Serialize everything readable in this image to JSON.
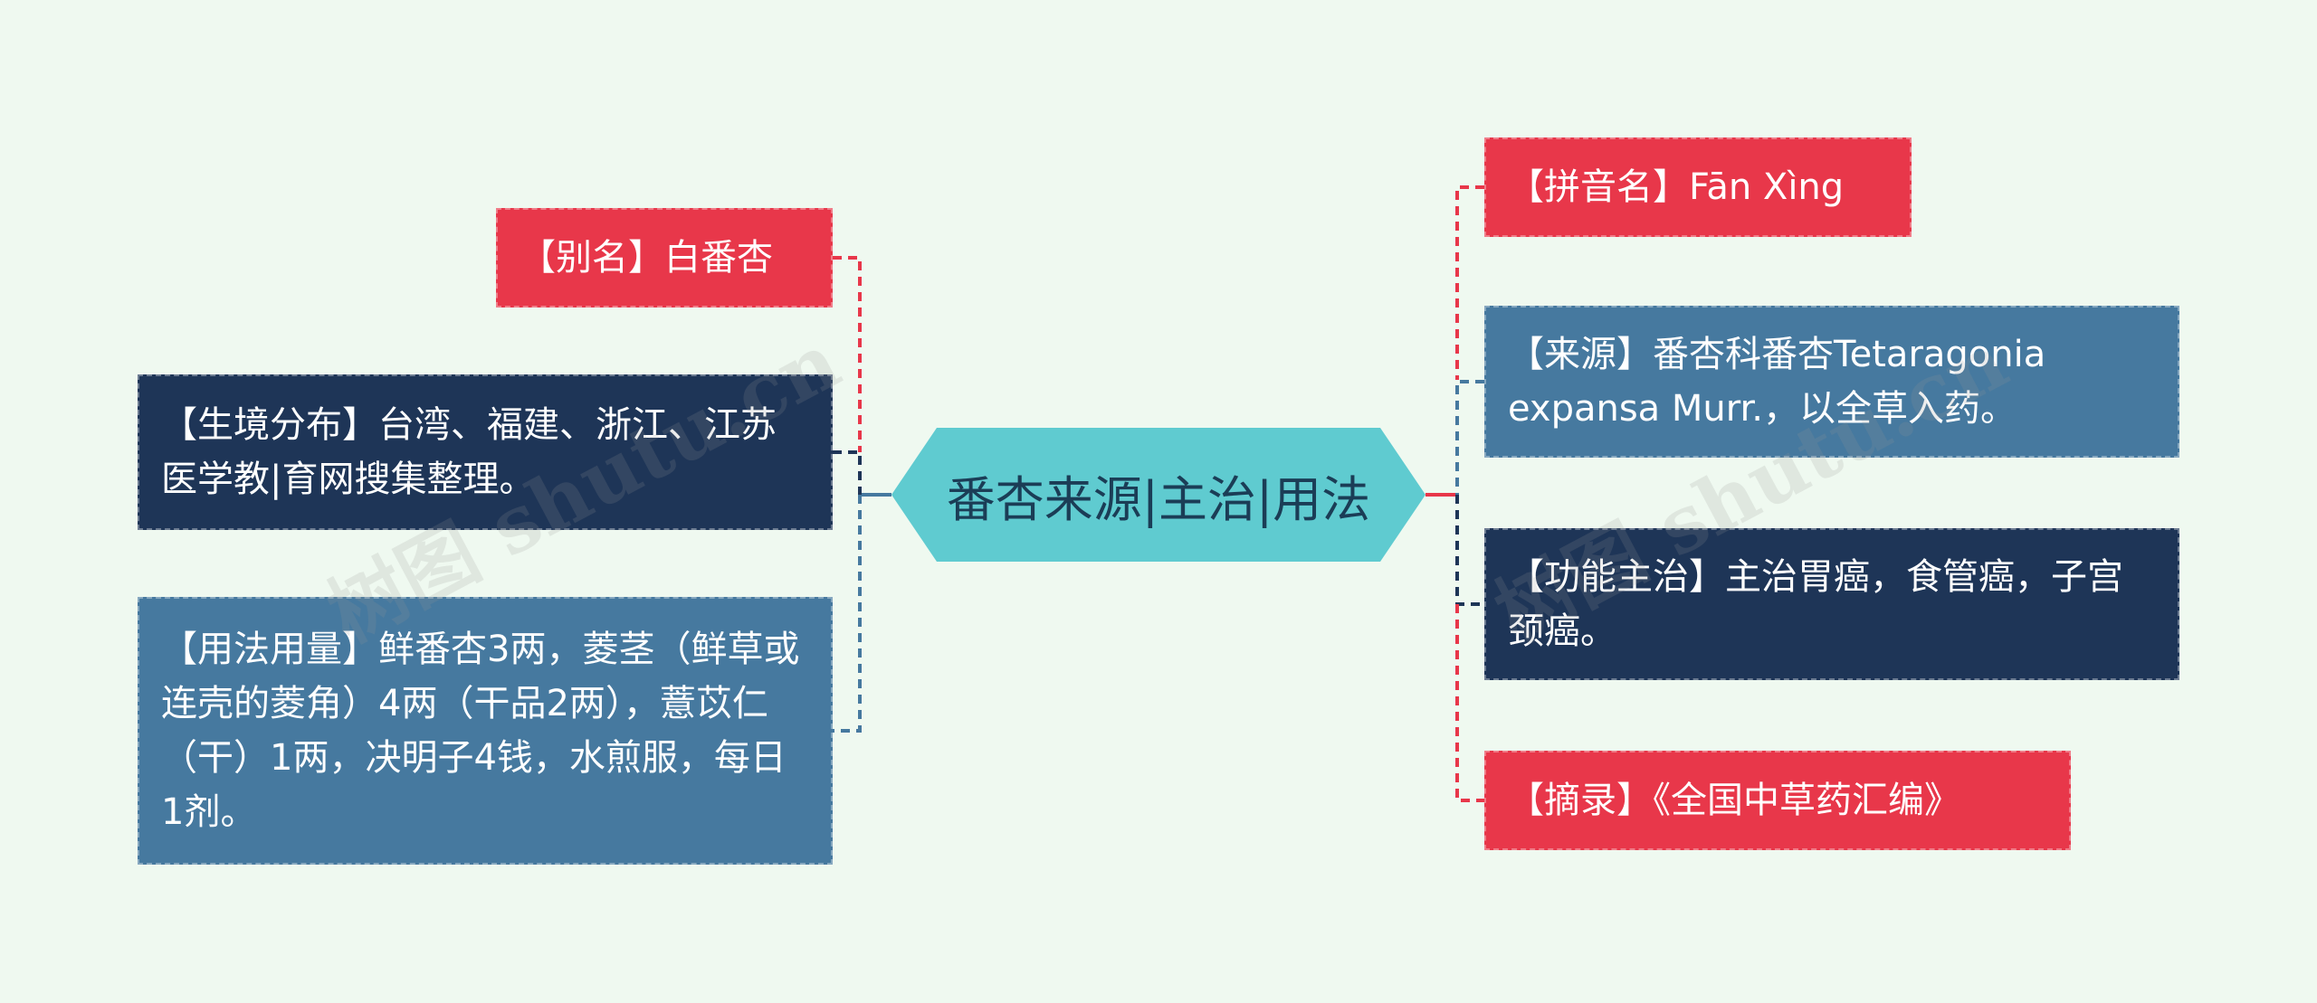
{
  "center": {
    "title": "番杏来源|主治|用法"
  },
  "left_nodes": [
    {
      "id": "alias",
      "text": "【别名】白番杏",
      "color": "#e8374a"
    },
    {
      "id": "habitat",
      "text": "【生境分布】台湾、福建、浙江、江苏医学教|育网搜集整理。",
      "color": "#1e3557"
    },
    {
      "id": "usage",
      "text": "【用法用量】鲜番杏3两，菱茎（鲜草或连壳的菱角）4两（干品2两），薏苡仁（干）1两，决明子4钱，水煎服，每日1剂。",
      "color": "#46799f"
    }
  ],
  "right_nodes": [
    {
      "id": "pinyin",
      "text": "【拼音名】Fān Xìng",
      "color": "#e8374a"
    },
    {
      "id": "source",
      "text": "【来源】番杏科番杏Tetaragonia expansa Murr.，以全草入药。",
      "color": "#46799f"
    },
    {
      "id": "function",
      "text": "【功能主治】主治胃癌，食管癌，子宫颈癌。",
      "color": "#1e3557"
    },
    {
      "id": "excerpt",
      "text": "【摘录】《全国中草药汇编》",
      "color": "#e8374a"
    }
  ],
  "watermark": {
    "text_left": "树图 shutu.cn",
    "text_right": "树图 shutu.cn"
  }
}
